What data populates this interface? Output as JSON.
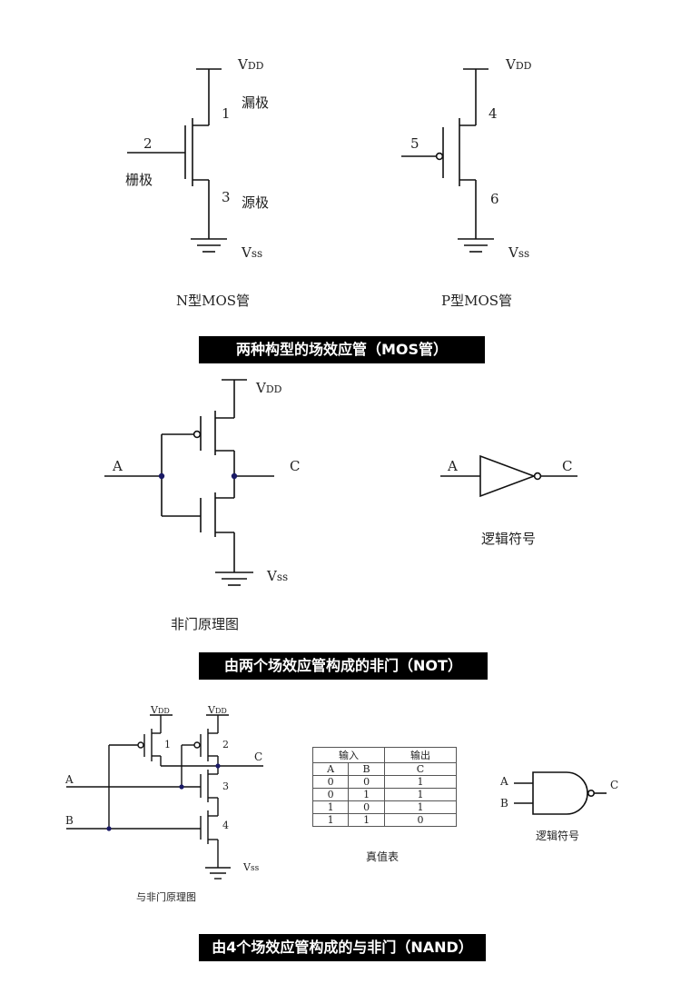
{
  "section1": {
    "nmos": {
      "vdd_main": "V",
      "vdd_sub": "DD",
      "pin_drain": "1",
      "label_drain": "漏极",
      "pin_gate": "2",
      "label_gate": "栅极",
      "pin_source": "3",
      "label_source": "源极",
      "vss_main": "V",
      "vss_sub": "ss",
      "title": "N型MOS管"
    },
    "pmos": {
      "vdd_main": "V",
      "vdd_sub": "DD",
      "pin_top": "4",
      "pin_gate": "5",
      "pin_bottom": "6",
      "vss_main": "V",
      "vss_sub": "ss",
      "title": "P型MOS管"
    },
    "caption": "两种构型的场效应管（MOS管）"
  },
  "section2": {
    "circuit": {
      "vdd_main": "V",
      "vdd_sub": "DD",
      "input": "A",
      "output": "C",
      "vss_main": "V",
      "vss_sub": "ss",
      "title": "非门原理图"
    },
    "symbol": {
      "input": "A",
      "output": "C",
      "title": "逻辑符号"
    },
    "caption": "由两个场效应管构成的非门（NOT）"
  },
  "section3": {
    "circuit": {
      "vdd1_main": "V",
      "vdd1_sub": "DD",
      "vdd2_main": "V",
      "vdd2_sub": "DD",
      "t1": "1",
      "t2": "2",
      "t3": "3",
      "t4": "4",
      "output": "C",
      "input_a": "A",
      "input_b": "B",
      "vss_main": "V",
      "vss_sub": "ss",
      "title": "与非门原理图"
    },
    "truth_table": {
      "group_input": "输入",
      "group_output": "输出",
      "headers": [
        "A",
        "B",
        "C"
      ],
      "rows": [
        [
          "0",
          "0",
          "1"
        ],
        [
          "0",
          "1",
          "1"
        ],
        [
          "1",
          "0",
          "1"
        ],
        [
          "1",
          "1",
          "0"
        ]
      ],
      "title": "真值表"
    },
    "symbol": {
      "input_a": "A",
      "input_b": "B",
      "output": "C",
      "title": "逻辑符号"
    },
    "caption": "由4个场效应管构成的与非门（NAND）"
  }
}
